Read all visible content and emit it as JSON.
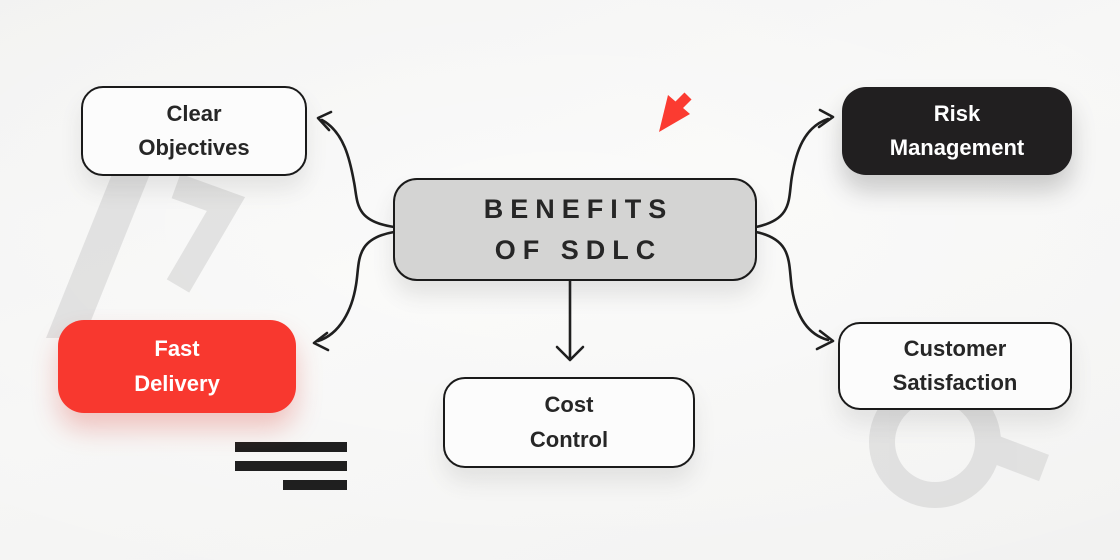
{
  "diagram_title": "Benefits of SDLC",
  "center": {
    "line1": "BENEFITS",
    "line2": "OF SDLC"
  },
  "nodes": {
    "clear_objectives": {
      "line1": "Clear",
      "line2": "Objectives"
    },
    "risk_management": {
      "line1": "Risk",
      "line2": "Management"
    },
    "fast_delivery": {
      "line1": "Fast",
      "line2": "Delivery"
    },
    "cost_control": {
      "line1": "Cost",
      "line2": "Control"
    },
    "customer_satisfaction": {
      "line1": "Customer",
      "line2": "Satisfaction"
    }
  },
  "icons": {
    "red_cursor": "arrow-pointer-down-left",
    "top_left_watermark": "fast-forward-chevron",
    "bottom_right_watermark": "magnifier",
    "bottom_left_decoration": "menu-lines"
  },
  "colors": {
    "background": "#f4f4f3",
    "box_white": "#fcfcfc",
    "box_gray": "#d4d4d3",
    "box_black": "#211f20",
    "box_red": "#f8382f",
    "border": "#1a1a1a",
    "connector": "#1f1f1f",
    "watermark": "#cdcdcd",
    "accent_red": "#fb3b31"
  }
}
